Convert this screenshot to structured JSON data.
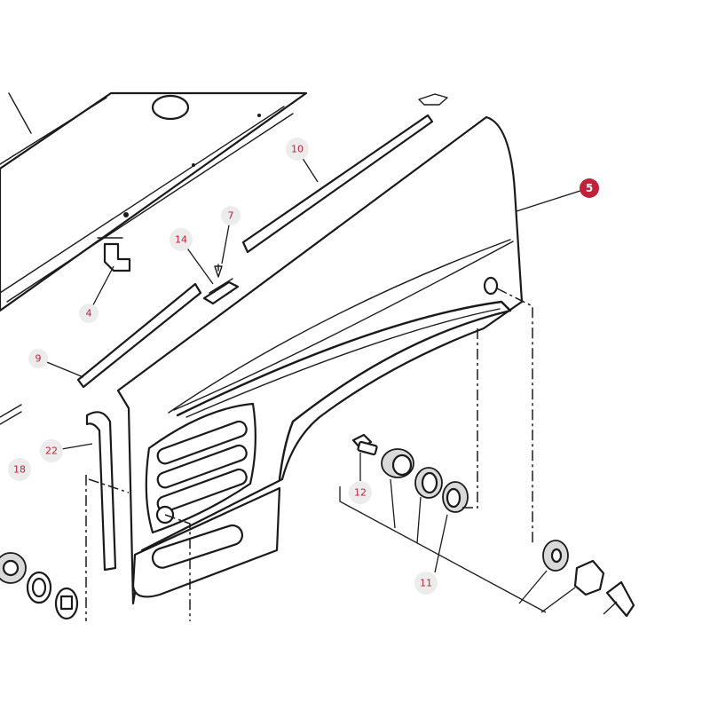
{
  "diagram": {
    "callouts": [
      {
        "label": "5",
        "highlight": true
      },
      {
        "label": "10",
        "highlight": false
      },
      {
        "label": "7",
        "highlight": false
      },
      {
        "label": "14",
        "highlight": false
      },
      {
        "label": "4",
        "highlight": false
      },
      {
        "label": "9",
        "highlight": false
      },
      {
        "label": "22",
        "highlight": false
      },
      {
        "label": "18",
        "highlight": false
      },
      {
        "label": "12",
        "highlight": false
      },
      {
        "label": "11",
        "highlight": false
      }
    ],
    "colors": {
      "line": "#1a1a1a",
      "callout_text": "#c0223a",
      "callout_background": "#ececec",
      "highlight_fill": "#c0223a"
    }
  }
}
